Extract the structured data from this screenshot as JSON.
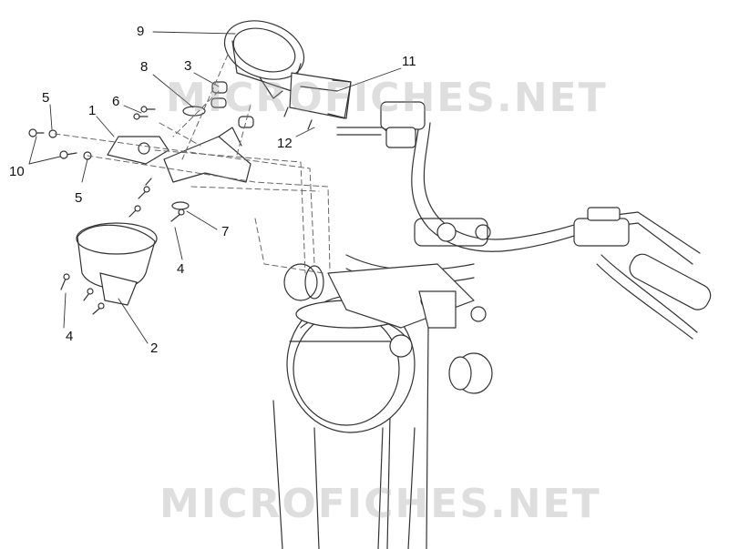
{
  "watermark": {
    "text": "MICROFICHES.NET",
    "color": "#a0a0a0"
  },
  "callouts": [
    {
      "label": "9"
    },
    {
      "label": "8"
    },
    {
      "label": "3"
    },
    {
      "label": "11"
    },
    {
      "label": "5"
    },
    {
      "label": "6"
    },
    {
      "label": "1"
    },
    {
      "label": "12"
    },
    {
      "label": "10"
    },
    {
      "label": "5"
    },
    {
      "label": "7"
    },
    {
      "label": "4"
    },
    {
      "label": "4"
    },
    {
      "label": "2"
    }
  ],
  "colors": {
    "line": "#333333",
    "fill": "#ffffff",
    "dash": "#666666"
  }
}
